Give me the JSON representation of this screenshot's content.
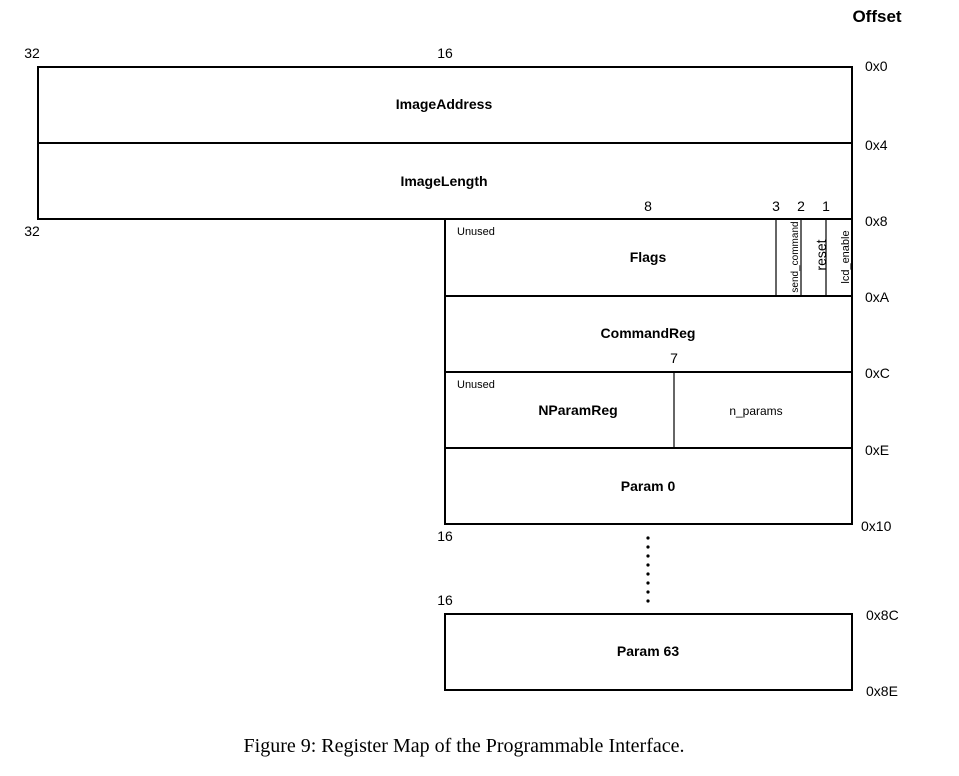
{
  "header": {
    "offset_title": "Offset"
  },
  "bit_labels": {
    "top_left": "32",
    "top_mid": "16",
    "row2_left": "32",
    "flags_8": "8",
    "flags_3": "3",
    "flags_2": "2",
    "flags_1": "1",
    "nparam_7": "7",
    "param0_16": "16",
    "param63_16": "16"
  },
  "offsets": [
    "0x0",
    "0x4",
    "0x8",
    "0xA",
    "0xC",
    "0xE",
    "0x10",
    "0x8C",
    "0x8E"
  ],
  "registers": {
    "image_address": "ImageAddress",
    "image_length": "ImageLength",
    "flags": "Flags",
    "flags_unused": "Unused",
    "send_command": "send_command",
    "reset": "reset",
    "lcd_enable": "lcd_enable",
    "command_reg": "CommandReg",
    "nparam_unused": "Unused",
    "nparam_reg": "NParamReg",
    "n_params": "n_params",
    "param0": "Param 0",
    "param63": "Param 63"
  },
  "ellipsis": "⋮",
  "caption": "Figure 9: Register Map of the Programmable Interface."
}
